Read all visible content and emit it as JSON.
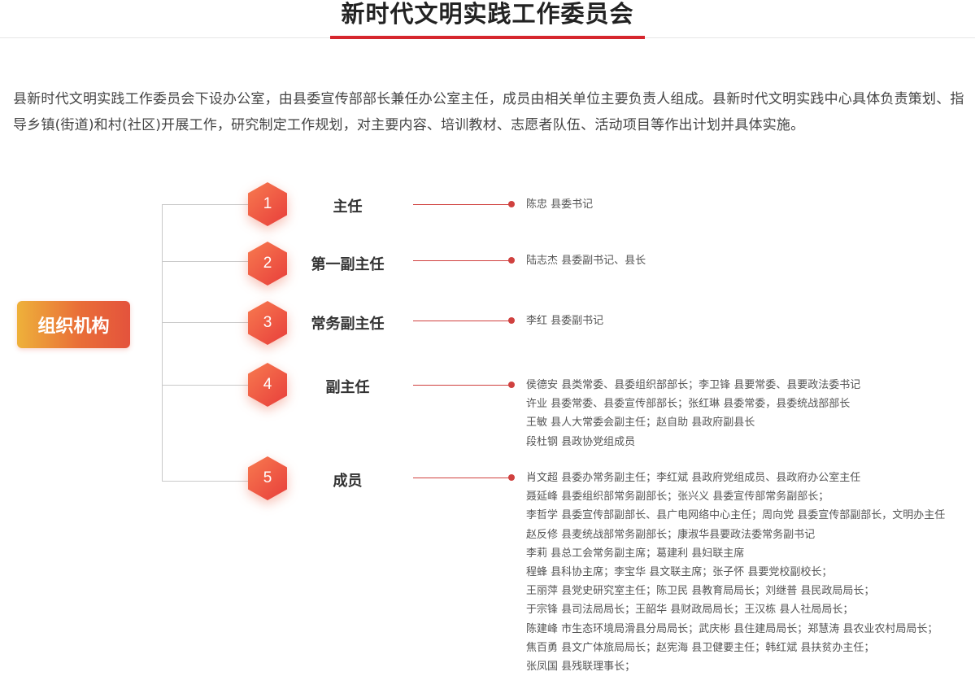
{
  "page": {
    "title": "新时代文明实践工作委员会",
    "intro": "县新时代文明实践工作委员会下设办公室，由县委宣传部部长兼任办公室主任，成员由相关单位主要负责人组成。县新时代文明实践中心具体负责策划、指导乡镇(街道)和村(社区)开展工作，研究制定工作规划，对主要内容、培训教材、志愿者队伍、活动项目等作出计划并具体实施。"
  },
  "org": {
    "label": "组织机构",
    "accent_color": "#d6262d",
    "groups": [
      {
        "number": "1",
        "role": "主任",
        "members": [
          "陈忠  县委书记"
        ]
      },
      {
        "number": "2",
        "role": "第一副主任",
        "members": [
          "陆志杰  县委副书记、县长"
        ]
      },
      {
        "number": "3",
        "role": "常务副主任",
        "members": [
          "李红  县委副书记"
        ]
      },
      {
        "number": "4",
        "role": "副主任",
        "members": [
          "侯德安  县类常委、县委组织部部长；李卫锋  县要常委、县要政法委书记",
          "许业     县委常委、县委宣传部部长；张红琳  县委常委，县委统战部部长",
          "王敏     县人大常委会副主任；赵自助  县政府副县长",
          "段杜钢  县政协党组成员"
        ]
      },
      {
        "number": "5",
        "role": "成员",
        "members": [
          "肖文超  县委办常务副主任；李红斌  县政府党组成员、县政府办公室主任",
          "聂延峰  县委组织部常务副部长；张兴义  县委宣传部常务副部长；",
          "李哲学  县委宣传部副部长、县广电网络中心主任；周向党  县委宣传部副部长，文明办主任",
          "赵反修  县麦统战部常务副部长；康淑华县要政法委常务副书记",
          "李莉     县总工会常务副主席；葛建利  县妇联主席",
          "程蜂     县科协主席；李宝华  县文联主席；张子怀   县要党校副校长；",
          "王丽萍  县党史研究室主任；陈卫民  县教育局局长；刘继普  县民政局局长；",
          "于宗锋  县司法局局长；王韶华  县财政局局长；王汉栋  县人社局局长；",
          "陈建峰  市生态环境局滑县分局局长；武庆彬  县住建局局长；郑慧涛  县农业农村局局长；",
          "焦百勇  县文广体旅局局长；赵宪海  县卫健要主任；韩红斌  县扶贫办主任；",
          "张凤国  县残联理事长；"
        ]
      }
    ]
  }
}
